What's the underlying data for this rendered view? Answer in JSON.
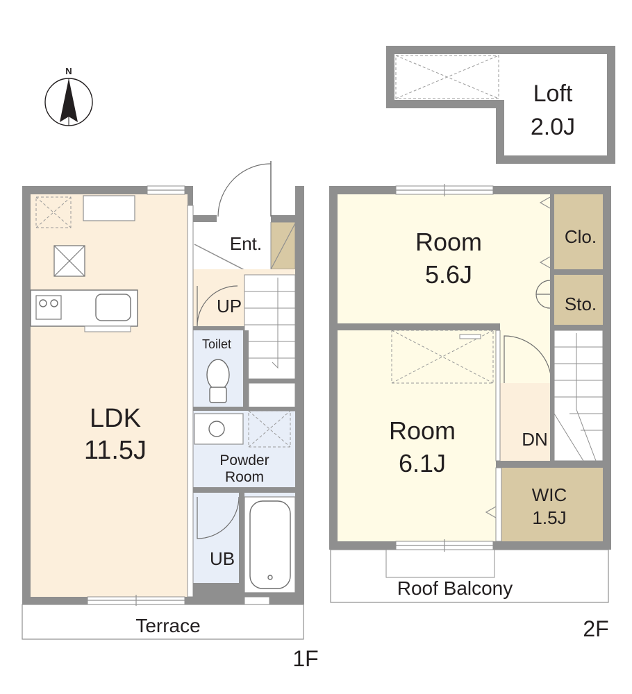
{
  "colors": {
    "wall": "#8f8f8f",
    "living_floor": "#fcefdc",
    "bedroom_floor": "#fffbe6",
    "wet_area": "#e8eef8",
    "storage_floor": "#d8c9a4",
    "text": "#231f20"
  },
  "compass": {
    "letter": "N",
    "icon": "north-arrow-icon"
  },
  "floor1": {
    "label": "1F",
    "rooms": {
      "ldk": {
        "name": "LDK",
        "size": "11.5J"
      },
      "entrance": {
        "name": "Ent."
      },
      "stairs": {
        "name": "UP"
      },
      "toilet": {
        "name": "Toilet"
      },
      "powder": {
        "name_line1": "Powder",
        "name_line2": "Room"
      },
      "bath": {
        "name": "UB"
      }
    },
    "terrace": "Terrace"
  },
  "floor2": {
    "label": "2F",
    "rooms": {
      "room_a": {
        "name": "Room",
        "size": "5.6J"
      },
      "room_b": {
        "name": "Room",
        "size": "6.1J"
      },
      "closet": {
        "name": "Clo."
      },
      "storage": {
        "name": "Sto."
      },
      "stairs": {
        "name": "DN"
      },
      "wic": {
        "name": "WIC",
        "size": "1.5J"
      }
    },
    "balcony": "Roof Balcony"
  },
  "loft": {
    "name": "Loft",
    "size": "2.0J"
  }
}
